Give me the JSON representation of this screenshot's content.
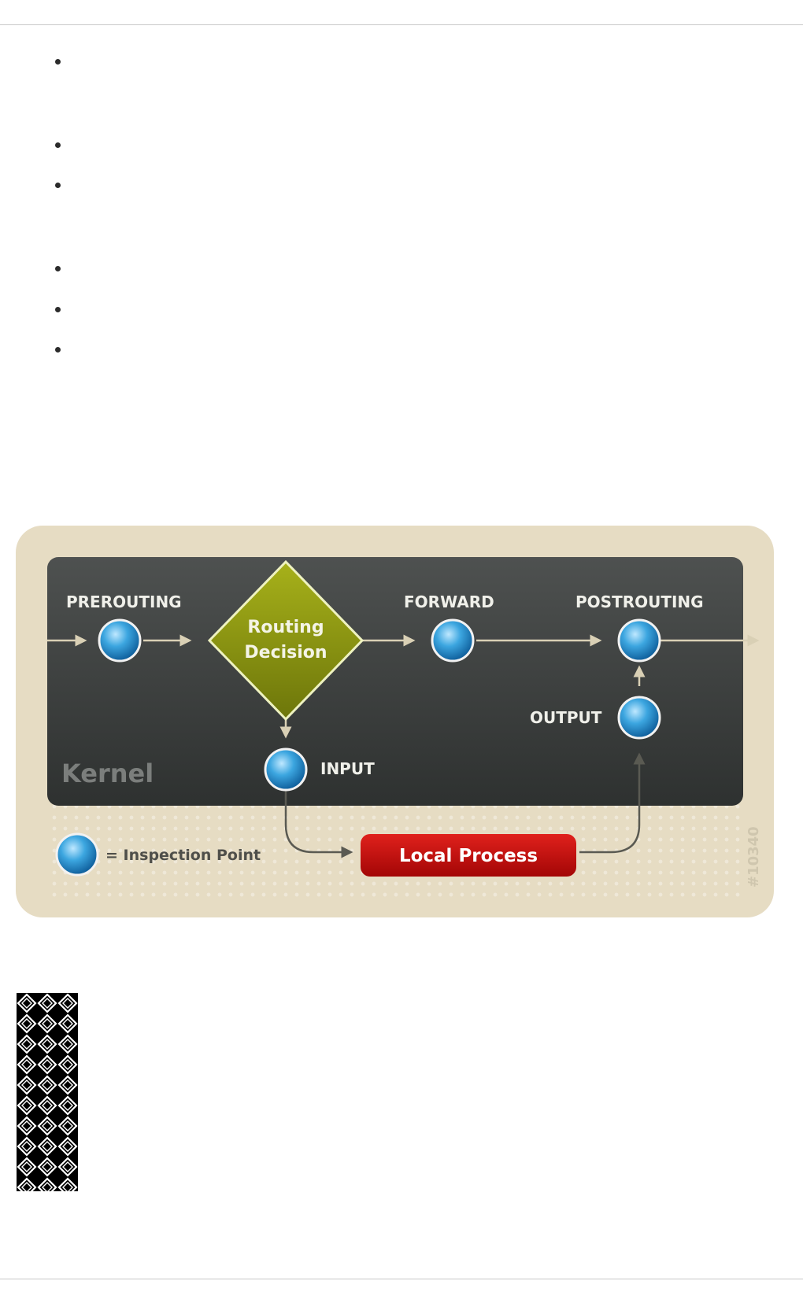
{
  "diagram": {
    "labels": {
      "prerouting": "PREROUTING",
      "routing_line1": "Routing",
      "routing_line2": "Decision",
      "forward": "FORWARD",
      "postrouting": "POSTROUTING",
      "output": "OUTPUT",
      "input": "INPUT",
      "kernel": "Kernel",
      "legend": "= Inspection Point",
      "local_process": "Local Process",
      "figure_id": "#10340"
    },
    "colors": {
      "outer_panel": "#e6dcc3",
      "kernel_box": "#3f4241",
      "routing_diamond": "#8f9a10",
      "inspection_point": "#2f9ad8",
      "local_process": "#c30d0d",
      "arrow": "#d9d0b5"
    }
  },
  "note_icon": "note-pattern-icon"
}
